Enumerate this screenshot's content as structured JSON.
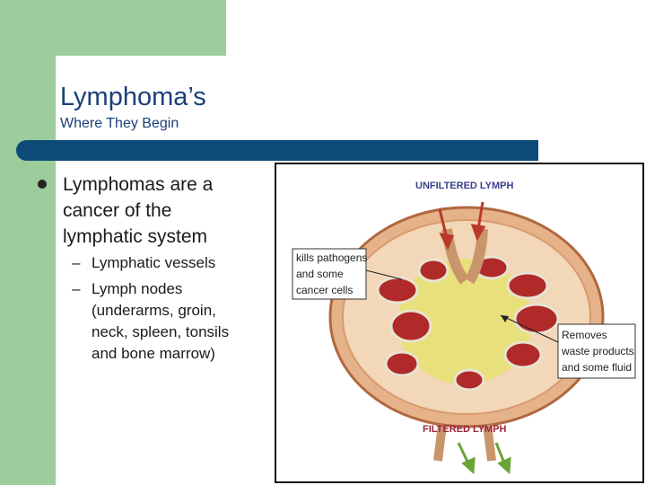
{
  "slide": {
    "title": "Lymphoma’s",
    "subtitle": "Where They Begin",
    "bullet": "Lymphomas are a cancer of the lymphatic system",
    "sub_dash": "–",
    "sub_items": [
      "Lymphatic vessels",
      "Lymph nodes (underarms, groin, neck, spleen, tonsils and bone marrow)"
    ]
  },
  "diagram": {
    "top_label": "UNFILTERED LYMPH",
    "bottom_label": "FILTERED LYMPH",
    "left_callout": [
      "kills pathogens",
      "and some",
      "cancer cells"
    ],
    "right_callout": [
      "Removes",
      "waste products",
      "and some fluid"
    ]
  },
  "colors": {
    "green": "#9ccc9c",
    "title_blue": "#1b3f7a",
    "bar_blue": "#0d4a78",
    "arrow_red": "#b83a2a",
    "arrow_green": "#6aa336"
  }
}
